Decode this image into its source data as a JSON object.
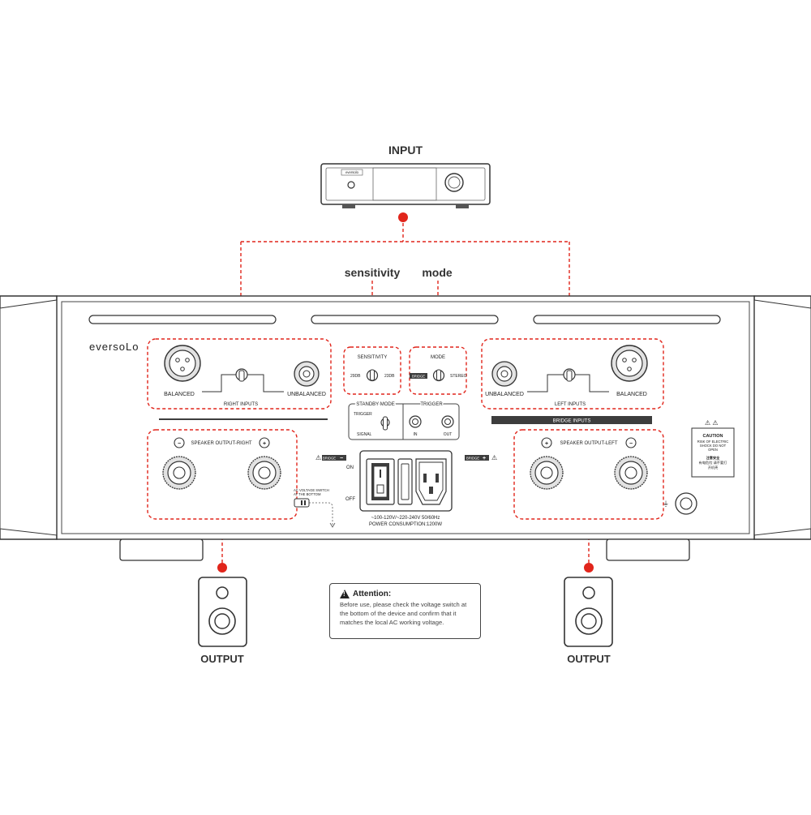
{
  "headings": {
    "input": "INPUT",
    "sensitivity": "sensitivity",
    "mode": "mode",
    "output_right": "OUTPUT",
    "output_left": "OUTPUT"
  },
  "source_device": {
    "logo": "eversolo"
  },
  "brand": "eversoLo",
  "right_inputs": {
    "balanced": "BALANCED",
    "unbalanced": "UNBALANCED",
    "title": "RIGHT INPUTS"
  },
  "sensitivity_panel": {
    "title": "SENSITIVITY",
    "low": "29DB",
    "high": "23DB"
  },
  "mode_panel": {
    "title": "MODE",
    "bridge": "BRIDGE",
    "stereo": "STEREO"
  },
  "left_inputs": {
    "unbalanced": "UNBALANCED",
    "balanced": "BALANCED",
    "title": "LEFT INPUTS"
  },
  "bridge_inputs": "BRIDGE INPUTS",
  "standby_mode": {
    "title": "STANDBY MODE",
    "trigger": "TRIGGER",
    "signal": "SIGNAL"
  },
  "trigger_panel": {
    "title": "TRIGGER",
    "in": "IN",
    "out": "OUT"
  },
  "speaker_right": {
    "title": "SPEAKER OUTPUT-RIGHT",
    "minus": "−",
    "plus": "+"
  },
  "speaker_left": {
    "title": "SPEAKER OUTPUT-LEFT",
    "plus": "+",
    "minus": "−"
  },
  "bridge_tag_left": "BRIDGE",
  "bridge_tag_right": "BRIDGE",
  "power": {
    "on": "ON",
    "off": "OFF",
    "voltage": "~100-120V/~220-240V  50/60Hz",
    "consumption": "POWER CONSUMPTION:1200W"
  },
  "ac_switch": {
    "line1": "AC VOLTAGE SWITCH",
    "line2": "AT THE BOTTOM"
  },
  "caution": {
    "title": "CAUTION",
    "line1": "RISK OF ELECTRIC",
    "line2": "SHOCK DO NOT",
    "line3": "OPEN",
    "cn1": "注意安全",
    "cn2": "有电危险 请不要打",
    "cn3": "开机壳"
  },
  "attention": {
    "title": "Attention:",
    "line1": "Before use, please check the voltage switch at",
    "line2": "the bottom of the device and confirm that it",
    "line3": "matches the local AC working voltage."
  },
  "colors": {
    "accent_red": "#e1251b",
    "line": "#3a3a3a",
    "panel_band": "#3d3d3d"
  }
}
